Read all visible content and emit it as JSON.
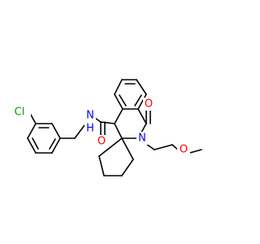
{
  "atoms": {
    "chlorine": {
      "symbol": "Cl",
      "color": "#00a000"
    },
    "amide_nh": {
      "symbol": "N",
      "hydrogen": "H",
      "color": "#0000ff"
    },
    "amide_o": {
      "symbol": "O",
      "color": "#ff0000"
    },
    "lactam_n": {
      "symbol": "N",
      "color": "#0000ff"
    },
    "lactam_o": {
      "symbol": "O",
      "color": "#ff0000"
    },
    "ether_o": {
      "symbol": "O",
      "color": "#ff0000"
    }
  },
  "bond_color": "#000000"
}
